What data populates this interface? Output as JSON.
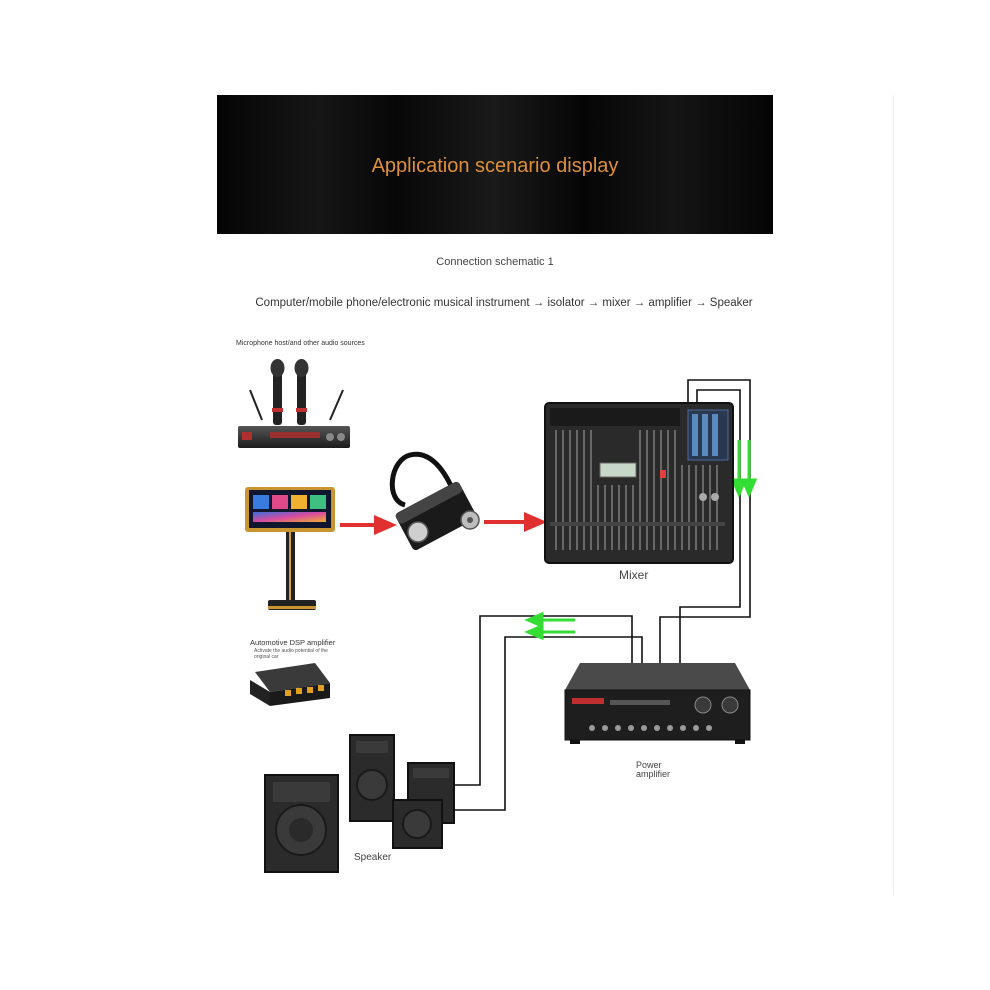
{
  "banner": {
    "title": "Application scenario display"
  },
  "subtitle": "Connection schematic 1",
  "flow_text": "Computer/mobile phone/electronic musical instrument → isolator → mixer → amplifier → Speaker",
  "sources": {
    "label": "Microphone host/and other audio sources",
    "dsp_label": "Automotive DSP amplifier",
    "dsp_caption": "Activate the audio potential of the original car"
  },
  "labels": {
    "mixer": "Mixer",
    "power_amplifier_line1": "Power",
    "power_amplifier_line2": "amplifier",
    "speaker": "Speaker"
  },
  "colors": {
    "arrow_red": "#e03030",
    "arrow_green": "#33dd33",
    "banner_text": "#e0903a"
  }
}
